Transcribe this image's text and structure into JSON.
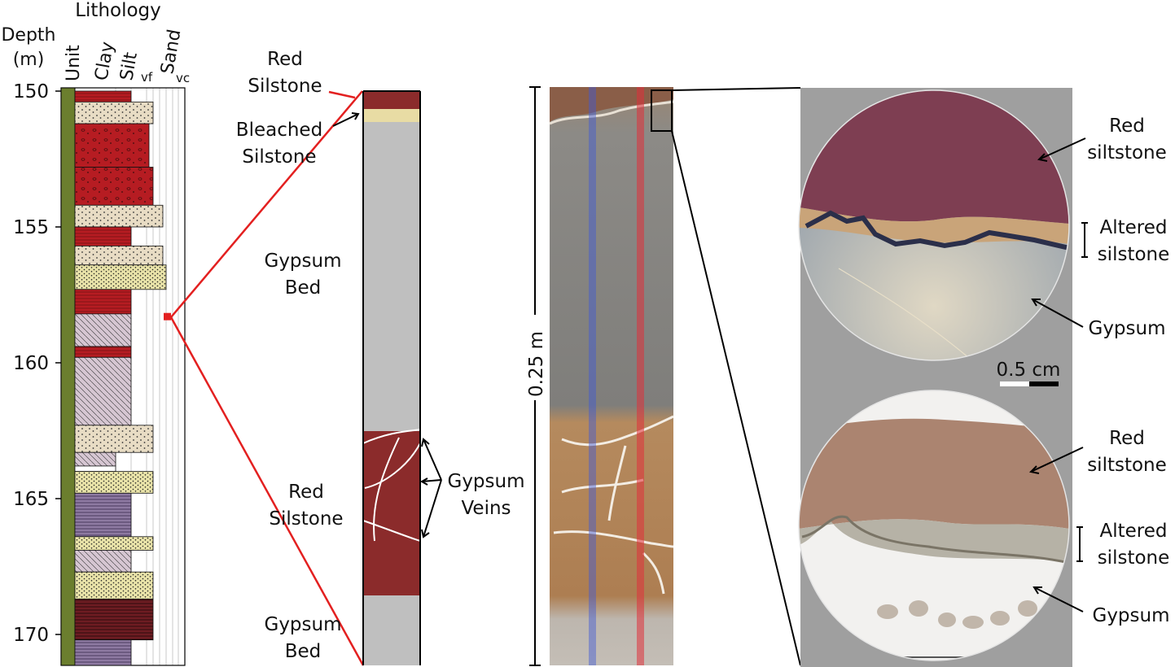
{
  "log": {
    "lithology_title": "Lithology",
    "depth_label": [
      "Depth",
      "(m)"
    ],
    "unit_label": "Unit",
    "grain_labels": [
      "Clay",
      "Silt",
      "Sand"
    ],
    "sand_sub_labels": [
      "vf",
      "vc"
    ],
    "depth_ticks": [
      "150",
      "155",
      "160",
      "165",
      "170"
    ],
    "depth_range_m": [
      150,
      171.2
    ],
    "marker_depth_m": 158.3,
    "beds": [
      {
        "top": 150.0,
        "bottom": 150.4,
        "type": "red_silt",
        "grain": "silt"
      },
      {
        "top": 150.4,
        "bottom": 151.2,
        "type": "tan_sand",
        "grain": "fine_sand"
      },
      {
        "top": 151.2,
        "bottom": 152.8,
        "type": "red_sand",
        "grain": "vf_sand"
      },
      {
        "top": 152.8,
        "bottom": 154.2,
        "type": "red_sand",
        "grain": "fine_sand"
      },
      {
        "top": 154.2,
        "bottom": 155.0,
        "type": "tan_sand",
        "grain": "coarse_sand"
      },
      {
        "top": 155.0,
        "bottom": 155.7,
        "type": "red_silt",
        "grain": "silt"
      },
      {
        "top": 155.7,
        "bottom": 156.4,
        "type": "tan_sand",
        "grain": "coarse_sand"
      },
      {
        "top": 156.4,
        "bottom": 157.3,
        "type": "yellow_sand",
        "grain": "vc_sand"
      },
      {
        "top": 157.3,
        "bottom": 158.2,
        "type": "red_silt",
        "grain": "silt"
      },
      {
        "top": 158.2,
        "bottom": 159.4,
        "type": "lilac_hatch",
        "grain": "silt"
      },
      {
        "top": 159.4,
        "bottom": 159.8,
        "type": "red_silt",
        "grain": "silt"
      },
      {
        "top": 159.8,
        "bottom": 162.3,
        "type": "lilac_hatch",
        "grain": "silt"
      },
      {
        "top": 162.3,
        "bottom": 163.3,
        "type": "tan_sand",
        "grain": "fine_sand"
      },
      {
        "top": 163.3,
        "bottom": 163.8,
        "type": "lilac_hatch",
        "grain": "clay"
      },
      {
        "top": 163.8,
        "bottom": 164.0,
        "type": "white",
        "grain": "clay"
      },
      {
        "top": 164.0,
        "bottom": 164.8,
        "type": "yellow_sand",
        "grain": "fine_sand"
      },
      {
        "top": 164.8,
        "bottom": 166.4,
        "type": "purple_lam",
        "grain": "silt"
      },
      {
        "top": 166.4,
        "bottom": 166.9,
        "type": "yellow_sand",
        "grain": "fine_sand"
      },
      {
        "top": 166.9,
        "bottom": 167.7,
        "type": "lilac_hatch",
        "grain": "silt"
      },
      {
        "top": 167.7,
        "bottom": 168.7,
        "type": "yellow_sand",
        "grain": "fine_sand"
      },
      {
        "top": 168.7,
        "bottom": 170.2,
        "type": "maroon_lam",
        "grain": "fine_sand"
      },
      {
        "top": 170.2,
        "bottom": 171.2,
        "type": "purple_lam",
        "grain": "silt"
      }
    ]
  },
  "schematic": {
    "labels": {
      "red_silstone_top": [
        "Red",
        "Silstone"
      ],
      "bleached": [
        "Bleached",
        "Silstone"
      ],
      "gypsum_bed_upper": [
        "Gypsum",
        "Bed"
      ],
      "red_silstone_mid": [
        "Red",
        "Silstone"
      ],
      "gypsum_veins": [
        "Gypsum",
        "Veins"
      ],
      "gypsum_bed_lower": [
        "Gypsum",
        "Bed"
      ]
    },
    "colors": {
      "red": "#8b2b2b",
      "bleached": "#e8dca4",
      "gypsum": "#bfbfbf",
      "link": "#e32020"
    }
  },
  "core_photo": {
    "scale_label": "0.25 m"
  },
  "thin_sections": {
    "upper": {
      "labels": {
        "red": [
          "Red",
          "siltstone"
        ],
        "altered": [
          "Altered",
          "silstone"
        ],
        "gypsum": "Gypsum"
      },
      "scale_bar_label": "0.5 cm"
    },
    "lower": {
      "labels": {
        "red": [
          "Red",
          "siltstone"
        ],
        "altered": [
          "Altered",
          "silstone"
        ],
        "gypsum": "Gypsum"
      }
    }
  }
}
